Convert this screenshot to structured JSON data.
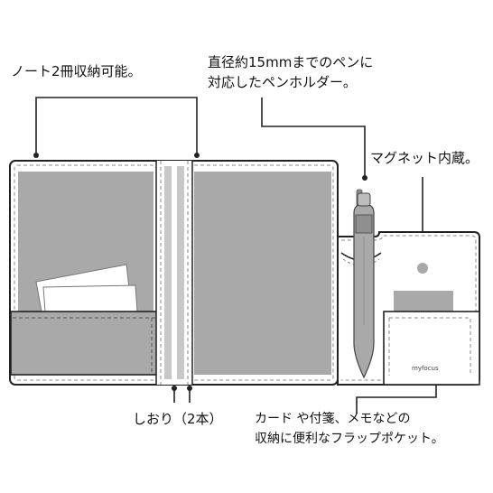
{
  "labels": {
    "notebooks": "ノート2冊収納可能。",
    "pen_holder_line1": "直径約15mmまでのペンに",
    "pen_holder_line2": "対応したペンホルダー。",
    "magnet": "マグネット内蔵。",
    "bookmarks": "しおり（2本）",
    "pocket_line1": "カード や付箋、メモなどの",
    "pocket_line2": "収納に便利なフラップポケット。"
  },
  "logo": "myfocus"
}
